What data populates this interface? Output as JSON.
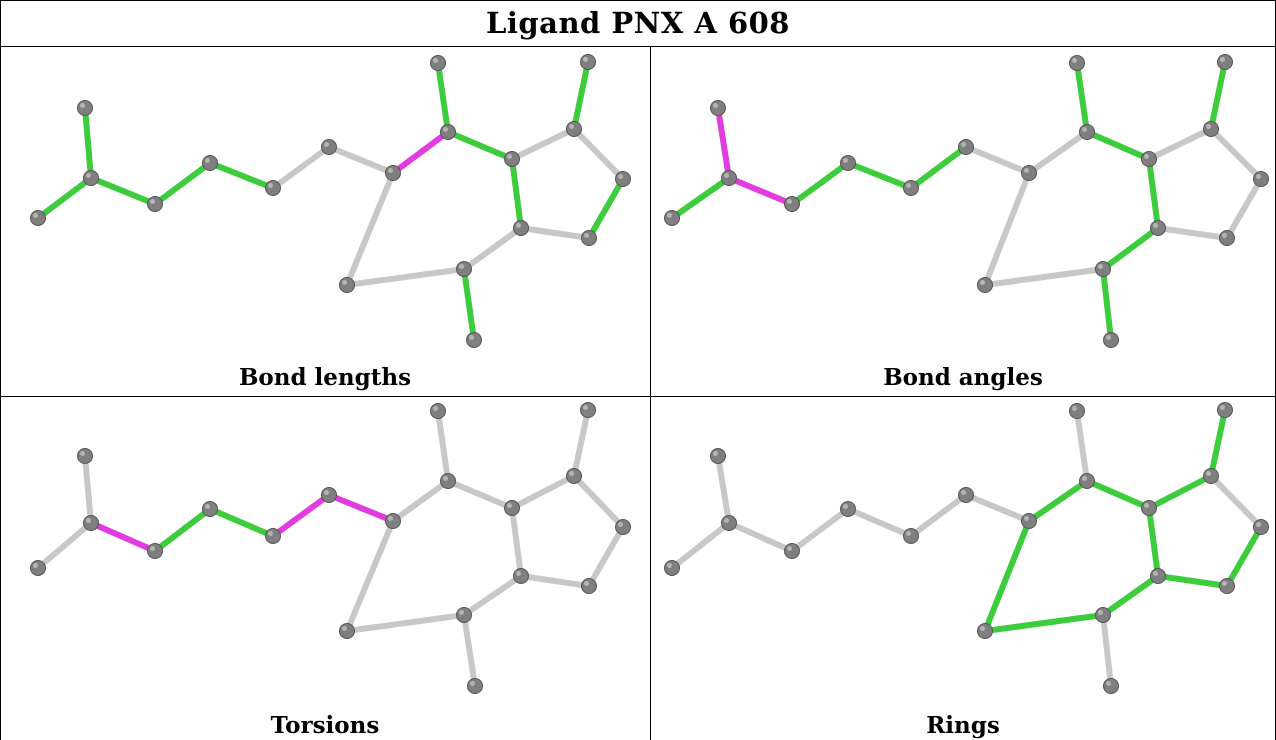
{
  "title": "Ligand PNX A 608",
  "colors": {
    "atom": "#7f7f7f",
    "atom_edge": "#555555",
    "bond_default": "#c8c8c8",
    "bond_good": "#3ccc3c",
    "bond_outlier": "#e03ce0"
  },
  "panels": [
    {
      "caption": "Bond lengths",
      "green": [
        [
          0,
          1
        ],
        [
          1,
          2
        ],
        [
          1,
          3
        ],
        [
          3,
          4
        ],
        [
          4,
          5
        ],
        [
          9,
          10
        ],
        [
          9,
          11
        ],
        [
          11,
          12
        ],
        [
          14,
          15
        ],
        [
          15,
          16
        ],
        [
          16,
          17
        ],
        [
          13,
          18
        ]
      ],
      "magenta": [
        [
          7,
          9
        ]
      ]
    },
    {
      "caption": "Bond angles",
      "green": [
        [
          0,
          1
        ],
        [
          3,
          4
        ],
        [
          4,
          5
        ],
        [
          5,
          6
        ],
        [
          9,
          11
        ],
        [
          11,
          12
        ],
        [
          12,
          13
        ],
        [
          13,
          18
        ],
        [
          14,
          17
        ],
        [
          13,
          16
        ],
        [
          9,
          10
        ],
        [
          14,
          15
        ],
        [
          15,
          16
        ]
      ],
      "magenta": [
        [
          1,
          2
        ],
        [
          1,
          3
        ]
      ]
    },
    {
      "caption": "Torsions",
      "green": [
        [
          3,
          4
        ],
        [
          4,
          5
        ]
      ],
      "magenta": [
        [
          1,
          3
        ],
        [
          5,
          6
        ],
        [
          6,
          7
        ]
      ]
    },
    {
      "caption": "Rings",
      "green": [
        [
          7,
          9
        ],
        [
          9,
          11
        ],
        [
          11,
          12
        ],
        [
          12,
          13
        ],
        [
          13,
          8
        ],
        [
          8,
          7
        ],
        [
          11,
          14
        ],
        [
          14,
          15
        ],
        [
          15,
          16
        ],
        [
          16,
          17
        ],
        [
          17,
          12
        ]
      ],
      "magenta": []
    }
  ]
}
